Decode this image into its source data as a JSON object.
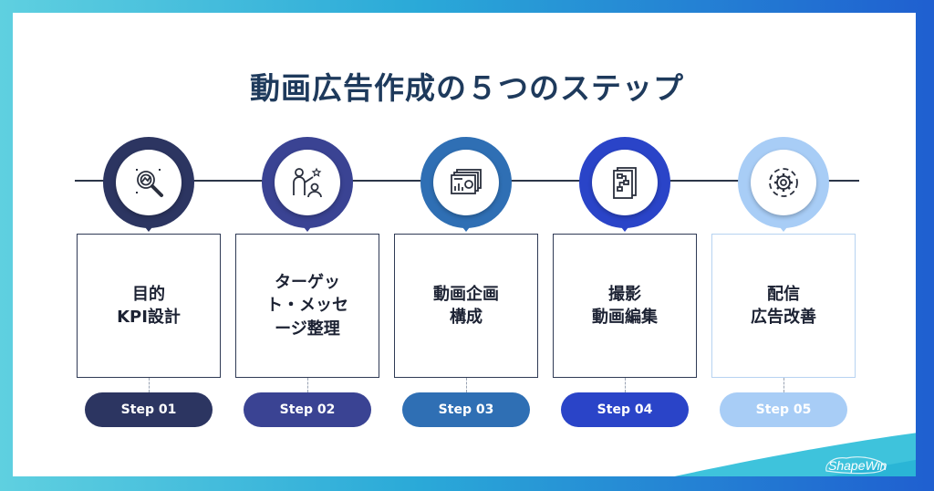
{
  "title": "動画広告作成の５つのステップ",
  "steps": [
    {
      "text": "目的\nKPI設計",
      "step": "Step 01",
      "color": "#2c3561",
      "icon": "analytics-magnifier-icon"
    },
    {
      "text": "ターゲッ\nト・メッセ\nージ整理",
      "step": "Step 02",
      "color": "#3a4393",
      "icon": "presenter-audience-icon"
    },
    {
      "text": "動画企画\n構成",
      "step": "Step 03",
      "color": "#2f6fb4",
      "icon": "presentation-slides-icon"
    },
    {
      "text": "撮影\n動画編集",
      "step": "Step 04",
      "color": "#2a44c8",
      "icon": "storyboard-flow-icon"
    },
    {
      "text": "配信\n広告改善",
      "step": "Step 05",
      "color": "#a8cdf6",
      "icon": "gear-cycle-icon"
    }
  ],
  "logo": "ShapeWin"
}
